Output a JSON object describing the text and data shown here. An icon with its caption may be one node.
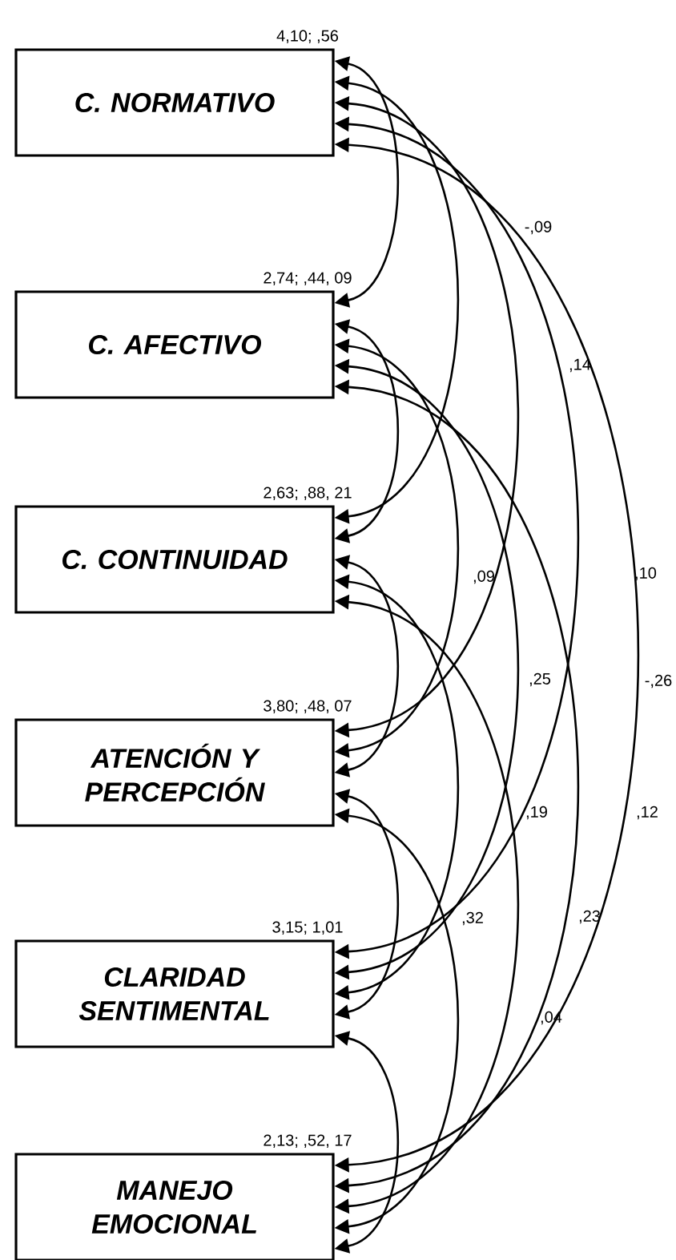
{
  "diagram": {
    "nodes": [
      {
        "text": [
          "C. NORMATIVO"
        ],
        "beside": [
          "4,10; ,56"
        ]
      },
      {
        "text": [
          "C. AFECTIVO"
        ],
        "beside": [
          "2,74; ,44, 09"
        ]
      },
      {
        "text": [
          "C. CONTINUIDAD"
        ],
        "beside": [
          "2,63; ,88, 21"
        ]
      },
      {
        "text": [
          "ATENCIÓN Y PERCEPCIÓN"
        ],
        "beside": [
          "3,80; ,48, 07"
        ]
      },
      {
        "text": [
          "CLARIDAD SENTIMENTAL"
        ],
        "beside": [
          "3,15; 1,01"
        ]
      },
      {
        "text": [
          "MANEJO EMOCIONAL"
        ],
        "beside": [
          "2,13; ,52, 17"
        ]
      }
    ],
    "edges": [
      {
        "from": 0,
        "to": 1,
        "arrow": "both"
      },
      {
        "from": 0,
        "to": 2,
        "arrow": "both"
      },
      {
        "from": 0,
        "to": 3,
        "arrow": "both"
      },
      {
        "from": 0,
        "to": 4,
        "arrow": "both"
      },
      {
        "from": 0,
        "to": 5,
        "arrow": "both"
      },
      {
        "from": 1,
        "to": 2,
        "arrow": "both"
      },
      {
        "from": 1,
        "to": 3,
        "arrow": "both"
      },
      {
        "from": 1,
        "to": 4,
        "arrow": "both"
      },
      {
        "from": 1,
        "to": 5,
        "arrow": "both"
      },
      {
        "from": 2,
        "to": 3,
        "arrow": "both"
      },
      {
        "from": 2,
        "to": 4,
        "arrow": "both"
      },
      {
        "from": 2,
        "to": 5,
        "arrow": "both"
      },
      {
        "from": 3,
        "to": 4,
        "arrow": "both"
      },
      {
        "from": 3,
        "to": 5,
        "arrow": "both"
      },
      {
        "from": 4,
        "to": 5,
        "arrow": "both"
      }
    ],
    "labels": [
      "-,09",
      ",14",
      ",09",
      ",10",
      ",25",
      "-,26",
      ",19",
      ",12",
      ",32",
      ",23",
      ",04"
    ]
  }
}
